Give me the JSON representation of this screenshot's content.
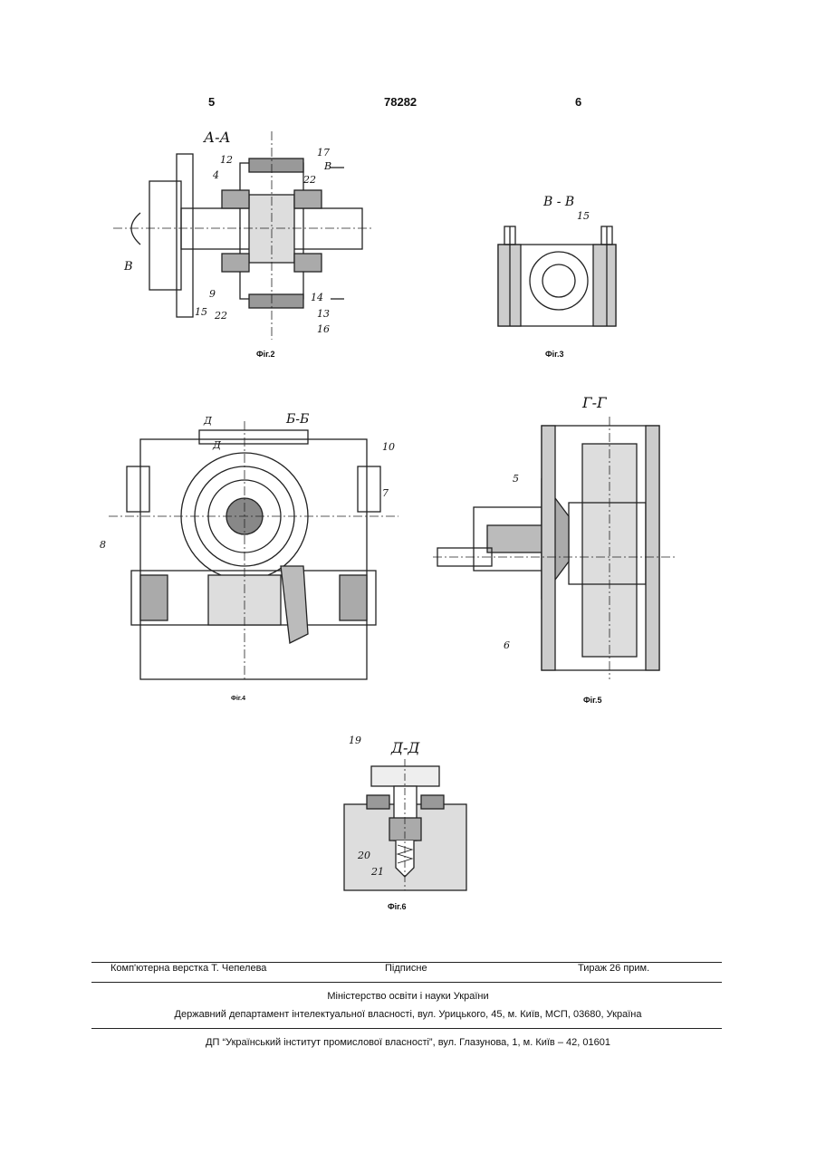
{
  "header": {
    "left": "5",
    "center": "78282",
    "right": "6"
  },
  "figures": {
    "fig2": {
      "caption": "Фіг.2",
      "section": "А-А",
      "arrow": "В",
      "labels": {
        "l17": "17",
        "l12": "12",
        "l4": "4",
        "l22a": "22",
        "lB": "В",
        "l9": "9",
        "l22b": "22",
        "l15": "15",
        "l14": "14",
        "l13": "13",
        "l16": "16"
      }
    },
    "fig3": {
      "caption": "Фіг.3",
      "section": "В - В",
      "labels": {
        "l15": "15"
      }
    },
    "fig4": {
      "caption": "Фіг.4",
      "section": "Б-Б",
      "arrow_top": "Д",
      "arrow_side": "Д",
      "labels": {
        "l10": "10",
        "l7": "7",
        "l8": "8"
      }
    },
    "fig5": {
      "caption": "Фіг.5",
      "section": "Г-Г",
      "labels": {
        "l5": "5",
        "l6": "6"
      }
    },
    "fig6": {
      "caption": "Фіг.6",
      "section": "Д-Д",
      "labels": {
        "l19": "19",
        "l20": "20",
        "l21": "21"
      }
    }
  },
  "footer": {
    "typesetting": "Комп'ютерна верстка Т. Чепелева",
    "signed": "Підписне",
    "circulation": "Тираж 26 прим.",
    "ministry": "Міністерство освіти і науки України",
    "department": "Державний департамент інтелектуальної власності, вул. Урицького, 45, м. Київ, МСП, 03680, Україна",
    "institute": "ДП “Український інститут промислової власності”, вул. Глазунова, 1, м. Київ – 42, 01601"
  }
}
